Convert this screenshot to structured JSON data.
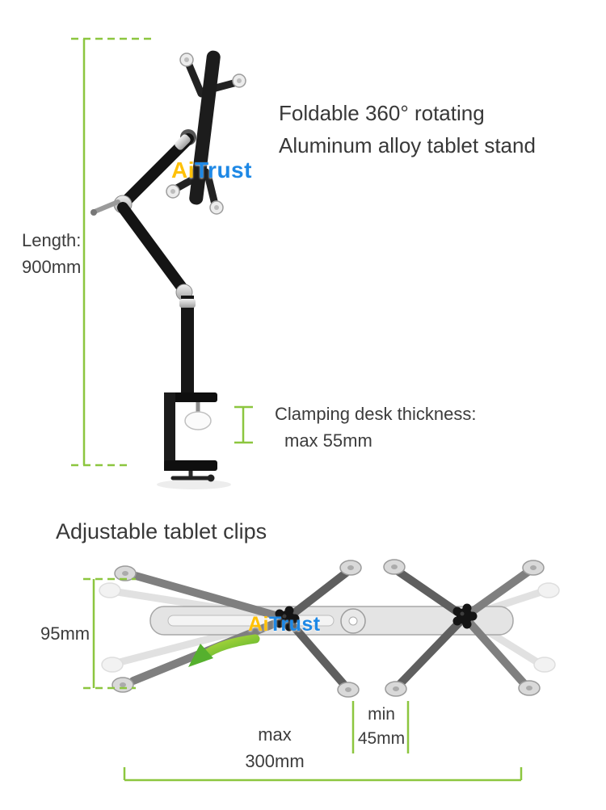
{
  "colors": {
    "dimension_green": "#8CC63F",
    "text_dark": "#3c3c3c",
    "logo_yellow": "#FFC107",
    "logo_blue": "#1E88E5"
  },
  "stand_section": {
    "title_line1": "Foldable 360° rotating",
    "title_line2": "Aluminum alloy tablet stand",
    "length_label": {
      "line1": "Length:",
      "line2": "900mm"
    },
    "clamp_note": {
      "line1": "Clamping desk thickness:",
      "line2": "max 55mm"
    },
    "watermark": {
      "part1": "Ai",
      "part2": "Trust"
    }
  },
  "clips_section": {
    "heading": "Adjustable tablet clips",
    "height_label": "95mm",
    "min_label": {
      "line1": "min",
      "line2": "45mm"
    },
    "max_label": {
      "line1": "max",
      "line2": "300mm"
    },
    "watermark": {
      "part1": "Ai",
      "part2": "Trust"
    }
  }
}
